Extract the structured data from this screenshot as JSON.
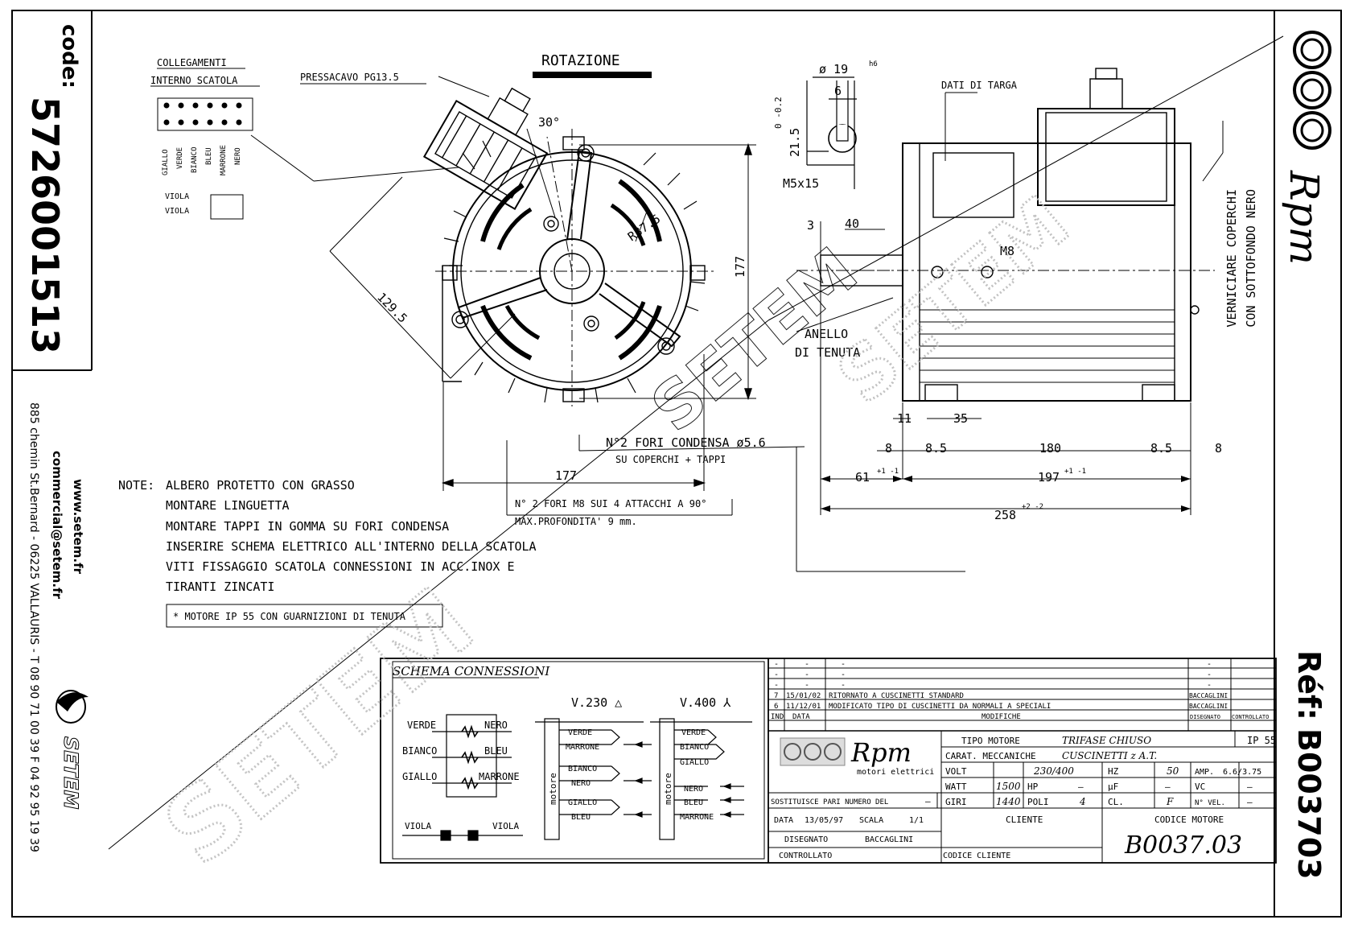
{
  "left_panel": {
    "code_label": "code:",
    "code_value": "5726001513",
    "address": "885 chemin St.Bernard - 06225 VALLAURIS - T 08 90 71 00 39  F 04 92 95 19 39",
    "email": "commercial@setem.fr",
    "website": "www.setem.fr",
    "brand": "SETEM"
  },
  "right_panel": {
    "brand": "Rpm",
    "ref_label": "Réf:",
    "ref_value": "B003703",
    "paint_note_1": "VERNICIARE COPERCHI",
    "paint_note_2": "CON SOTTOFONDO NERO"
  },
  "watermark": "SETEM",
  "front_view": {
    "collegamenti_1": "COLLEGAMENTI",
    "collegamenti_2": "INTERNO SCATOLA",
    "pressacavo": "PRESSACAVO PG13.5",
    "rotazione": "ROTAZIONE",
    "angle": "30°",
    "radius": "R37.5",
    "dim_177_v": "177",
    "dim_129_5": "129.5",
    "dim_177_h": "177",
    "terminal_labels": [
      "GIALLO",
      "VERDE",
      "BIANCO",
      "BLEU",
      "MARRONE",
      "NERO"
    ],
    "viola_1": "VIOLA",
    "viola_2": "VIOLA",
    "fori_condensa": "N°2 FORI CONDENSA ø5.6",
    "su_coperchi": "SU COPERCHI + TAPPI",
    "fori_m8": "N° 2 FORI M8 SUI 4 ATTACCHI A 90°",
    "profondita": "MAX.PROFONDITA' 9 mm."
  },
  "shaft_detail": {
    "dia": "ø 19",
    "tol": "h6",
    "key": "6",
    "tol_v": "0 -0.2",
    "height": "21.5",
    "thread": "M5x15"
  },
  "side_view": {
    "dati_targa": "DATI DI TARGA",
    "dim_3": "3",
    "dim_40": "40",
    "m8": "M8",
    "anello_1": "ANELLO",
    "anello_2": "DI TENUTA",
    "dim_11": "11",
    "dim_35": "35",
    "dim_8_left": "8",
    "dim_8_5_left": "8.5",
    "dim_180": "180",
    "dim_8_5_right": "8.5",
    "dim_8_right": "8",
    "dim_61": "61",
    "dim_61_tol": "+1 -1",
    "dim_197": "197",
    "dim_197_tol": "+1 -1",
    "dim_258": "258",
    "dim_258_tol": "+2 -2"
  },
  "notes": {
    "label": "NOTE:",
    "lines": [
      "ALBERO PROTETTO CON GRASSO",
      "MONTARE LINGUETTA",
      "MONTARE TAPPI IN GOMMA SU FORI CONDENSA",
      "INSERIRE SCHEMA ELETTRICO ALL'INTERNO DELLA SCATOLA",
      "VITI FISSAGGIO SCATOLA CONNESSIONI IN ACC.INOX E",
      "TIRANTI ZINCATI"
    ],
    "boxed": "* MOTORE IP 55 CON GUARNIZIONI DI TENUTA"
  },
  "schema": {
    "title": "SCHEMA CONNESSIONI",
    "coils_left": [
      "VERDE",
      "BIANCO",
      "GIALLO"
    ],
    "coils_right": [
      "NERO",
      "BLEU",
      "MARRONE"
    ],
    "viola_left": "VIOLA",
    "viola_right": "VIOLA",
    "v230": "V.230 △",
    "v400": "V.400 ⅄",
    "motore": "motore",
    "delta_terms": [
      "VERDE",
      "MARRONE",
      "BIANCO",
      "NERO",
      "GIALLO",
      "BLEU"
    ],
    "star_terms": [
      "VERDE",
      "BIANCO",
      "GIALLO",
      "NERO",
      "BLEU",
      "MARRONE"
    ]
  },
  "title_block": {
    "rev_rows": [
      {
        "ind": "-",
        "data": "-",
        "desc": "-",
        "sig": "-"
      },
      {
        "ind": "-",
        "data": "-",
        "desc": "-",
        "sig": "-"
      },
      {
        "ind": "-",
        "data": "-",
        "desc": "-",
        "sig": "-"
      },
      {
        "ind": "7",
        "data": "15/01/02",
        "desc": "RITORNATO A CUSCINETTI STANDARD",
        "sig": "BACCAGLINI"
      },
      {
        "ind": "6",
        "data": "11/12/01",
        "desc": "MODIFICATO TIPO DI CUSCINETTI DA NORMALI A SPECIALI",
        "sig": "BACCAGLINI"
      }
    ],
    "hdr_ind": "IND",
    "hdr_data": "DATA",
    "hdr_modifiche": "MODIFICHE",
    "hdr_disegnato": "DISEGNATO",
    "hdr_controllato": "CONTROLLATO",
    "company_sub": "motori elettrici",
    "tipo_motore_label": "TIPO MOTORE",
    "tipo_motore": "TRIFASE CHIUSO",
    "ip": "IP 55",
    "carat_label": "CARAT. MECCANICHE",
    "carat": "CUSCINETTI z A.T.",
    "volt_label": "VOLT",
    "volt": "230/400",
    "hz_label": "HZ",
    "hz": "50",
    "amp_label": "AMP.",
    "amp": "6.6/3.75",
    "watt_label": "WATT",
    "watt": "1500",
    "hp_label": "HP",
    "hp": "—",
    "uf_label": "µF",
    "uf": "—",
    "vc_label": "VC",
    "vc": "—",
    "giri_label": "GIRI",
    "giri": "1440",
    "poli_label": "POLI",
    "poli": "4",
    "cl_label": "CL.",
    "cl": "F",
    "nvel_label": "N° VEL.",
    "nvel": "—",
    "sostituisce": "SOSTITUISCE PARI NUMERO DEL",
    "sostituisce_val": "—",
    "data_label": "DATA",
    "data_val": "13/05/97",
    "scala_label": "SCALA",
    "scala_val": "1/1",
    "cliente_label": "CLIENTE",
    "codice_motore_label": "CODICE MOTORE",
    "disegnato_label": "DISEGNATO",
    "disegnato_val": "BACCAGLINI",
    "codice_motore": "B0037.03",
    "controllato_label": "CONTROLLATO",
    "codice_cliente_label": "CODICE CLIENTE"
  }
}
